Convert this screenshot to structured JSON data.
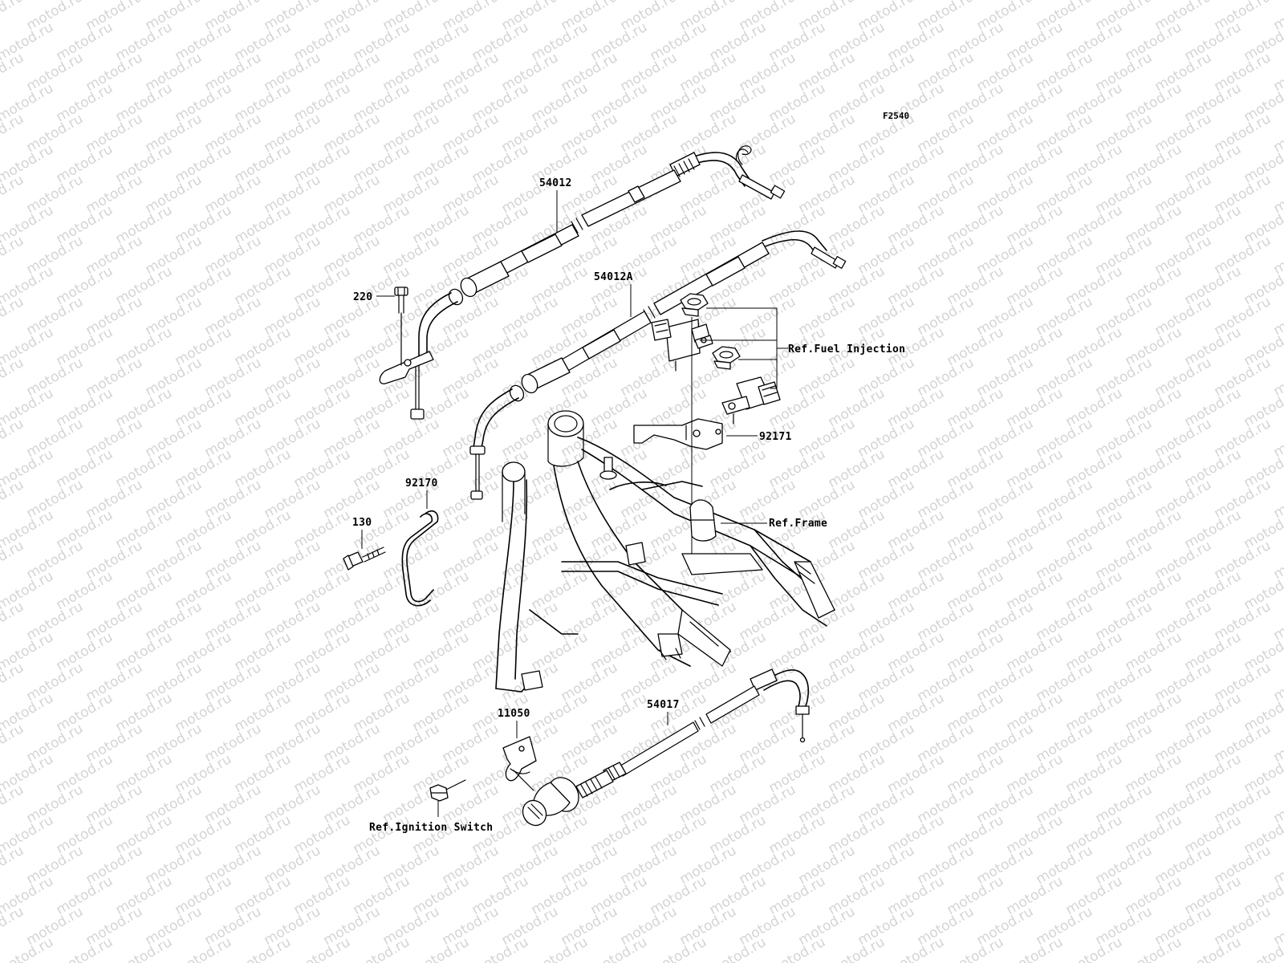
{
  "watermark": "motod.ru",
  "figure_code": "F2540",
  "parts": {
    "p54012": "54012",
    "p54012a": "54012A",
    "p220": "220",
    "p92170": "92170",
    "p130": "130",
    "p92171": "92171",
    "p11050": "11050",
    "p54017": "54017"
  },
  "refs": {
    "fuel_injection": "Ref.Fuel Injection",
    "frame": "Ref.Frame",
    "ignition_switch": "Ref.Ignition Switch"
  }
}
